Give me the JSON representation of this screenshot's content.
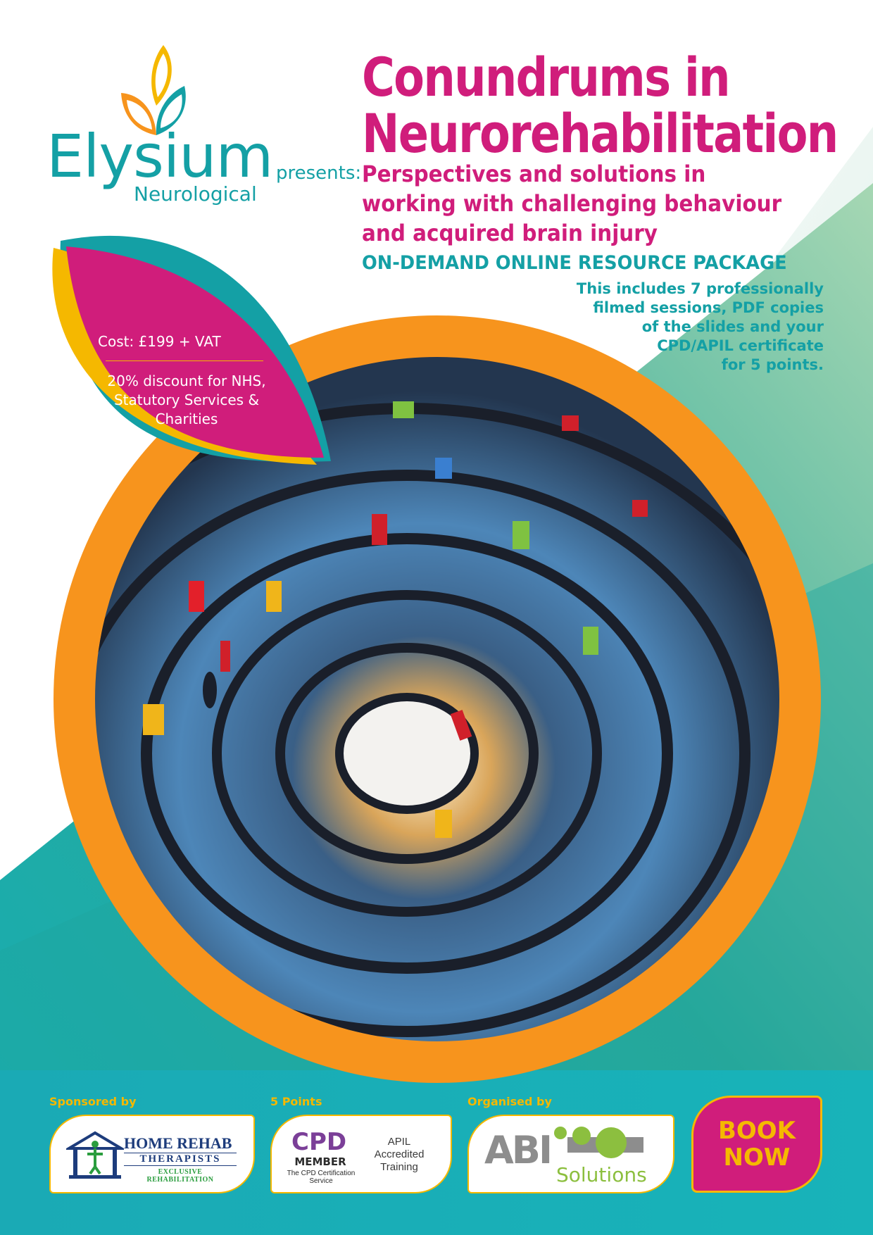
{
  "logo": {
    "name": "Elysium",
    "sub": "Neurological"
  },
  "presents": "presents:",
  "title": {
    "line1": "Conundrums in",
    "line2": "Neurorehabilitation"
  },
  "subtitle": "Perspectives and solutions in working with challenging behaviour and acquired brain injury",
  "package": "ON-DEMAND ONLINE RESOURCE PACKAGE",
  "includes": [
    "This includes 7 professionally",
    "filmed sessions, PDF copies",
    "of the slides and your",
    "CPD/APIL certificate",
    "for 5 points."
  ],
  "offer": {
    "cost": "Cost: £199 + VAT",
    "discount": [
      "20% discount for NHS,",
      "Statutory Services &",
      "Charities"
    ]
  },
  "footer": {
    "sponsored_label": "Sponsored by",
    "points_label": "5 Points",
    "organised_label": "Organised by",
    "sponsor": {
      "name": "HOME REHAB",
      "line2": "THERAPISTS",
      "line3": "EXCLUSIVE REHABILITATION"
    },
    "cpd": {
      "logo": "CPD",
      "member": "MEMBER",
      "service": "The CPD Certification Service"
    },
    "apil": [
      "APIL",
      "Accredited",
      "Training"
    ],
    "organiser": {
      "abi": "ABI",
      "solutions": "Solutions"
    },
    "book": {
      "line1": "BOOK",
      "line2": "NOW"
    }
  },
  "colors": {
    "magenta": "#d01d7b",
    "teal": "#14a0a5",
    "orange": "#f7941d",
    "yellow": "#f5b800",
    "green": "#8cbf3f"
  }
}
